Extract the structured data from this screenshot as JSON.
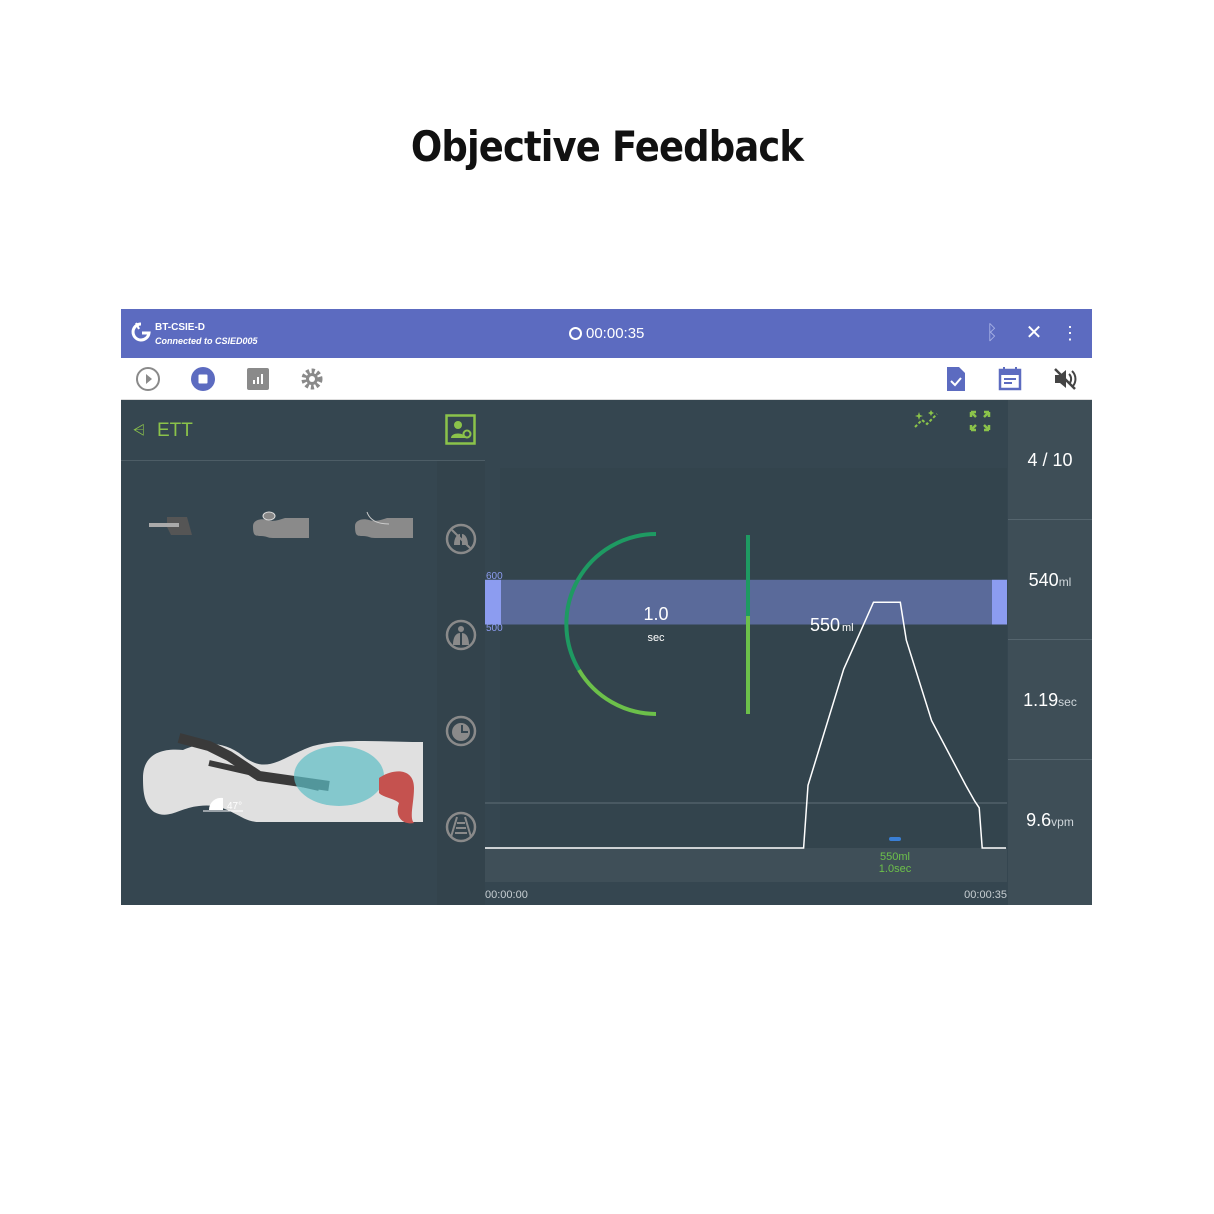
{
  "page_title": "Objective Feedback",
  "header": {
    "device": "BT-CSIE-D",
    "connection": "Connected to CSIED005",
    "timer": "00:00:35",
    "icons": [
      "bluetooth-icon",
      "close-icon",
      "more-vert-icon"
    ]
  },
  "toolbar": {
    "left_icons": [
      "play-icon",
      "stop-icon",
      "report-chart-icon",
      "settings-icon"
    ],
    "right_icons": [
      "document-check-icon",
      "calendar-icon",
      "sound-off-icon"
    ]
  },
  "left_panel": {
    "mode": "ETT",
    "angle": "47°"
  },
  "chart": {
    "band_upper": "600",
    "band_lower": "500",
    "gauge_value": "1.0",
    "gauge_unit": "sec",
    "peak_value": "550",
    "peak_unit": "ml",
    "marker_volume": "550ml",
    "marker_time": "1.0sec",
    "time_start": "00:00:00",
    "time_end": "00:00:35",
    "waveform": {
      "time_s": [
        0,
        21.4,
        21.7,
        24.1,
        26.1,
        26.6,
        27.9,
        28.3,
        30.0,
        32.3,
        32.9,
        33.2,
        33.4,
        35
      ],
      "volume_ml": [
        0,
        0,
        140,
        400,
        550,
        550,
        550,
        465,
        285,
        140,
        105,
        90,
        0,
        0
      ]
    },
    "colors": {
      "band": "#5a6a9a",
      "band_edge": "#8c9cf0",
      "gauge_dark": "#1e9a62",
      "gauge_light": "#6cc04a"
    }
  },
  "stats": {
    "count": "4 / 10",
    "volume": "540",
    "volume_unit": "ml",
    "time": "1.19",
    "time_unit": "sec",
    "rate": "9.6",
    "rate_unit": "vpm"
  }
}
